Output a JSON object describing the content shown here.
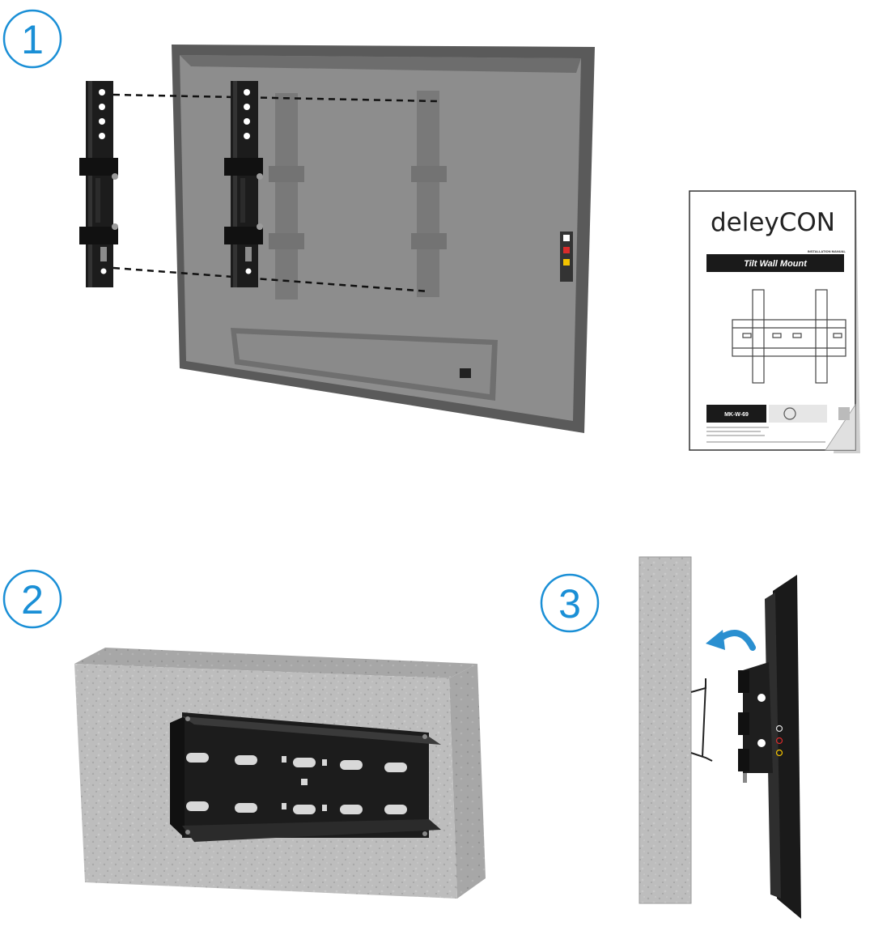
{
  "steps": [
    {
      "number": "1"
    },
    {
      "number": "2"
    },
    {
      "number": "3"
    }
  ],
  "manual": {
    "brand": "deleyCON",
    "subtitle": "INSTALLATION MANUAL",
    "title": "Tilt Wall Mount",
    "model": "MK-W-69"
  },
  "colors": {
    "step_circle": "#1a8fd6",
    "tv_screen": "#8a8a8a",
    "tv_frame": "#575757",
    "bracket": "#1c1c1c",
    "wall": "#b9b9b9",
    "arrow": "#2a8fd0"
  },
  "icons": [
    "tv-back-icon",
    "vertical-bracket-icon",
    "wall-plate-icon",
    "manual-icon",
    "curved-arrow-icon"
  ]
}
